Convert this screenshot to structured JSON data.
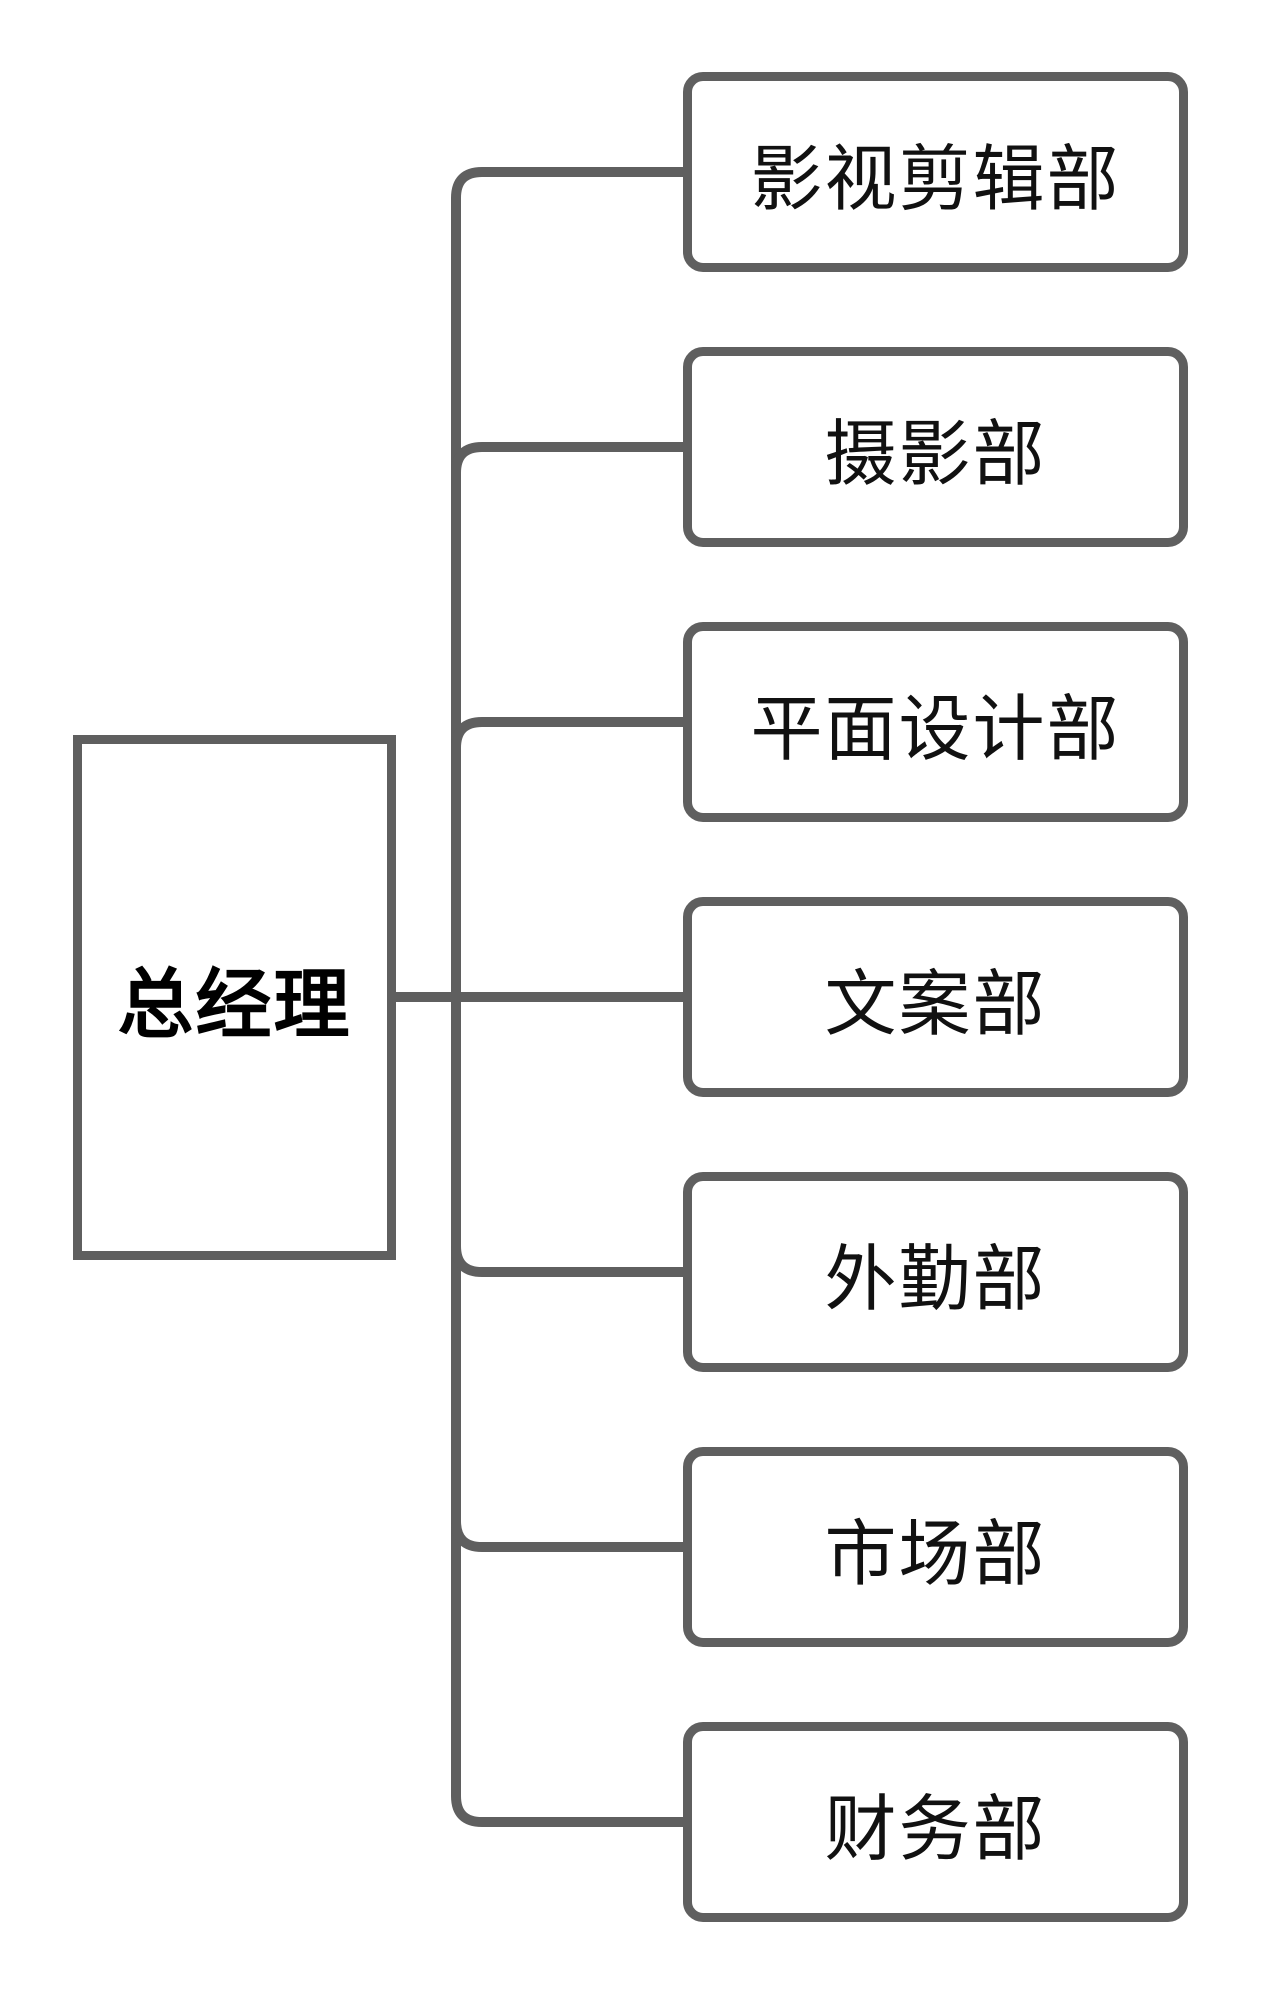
{
  "org_chart": {
    "root": {
      "label": "总经理"
    },
    "departments": [
      {
        "label": "影视剪辑部"
      },
      {
        "label": "摄影部"
      },
      {
        "label": "平面设计部"
      },
      {
        "label": "文案部"
      },
      {
        "label": "外勤部"
      },
      {
        "label": "市场部"
      },
      {
        "label": "财务部"
      }
    ]
  },
  "colors": {
    "stroke": "#5f5f5f",
    "text": "#111111",
    "background": "#ffffff"
  }
}
